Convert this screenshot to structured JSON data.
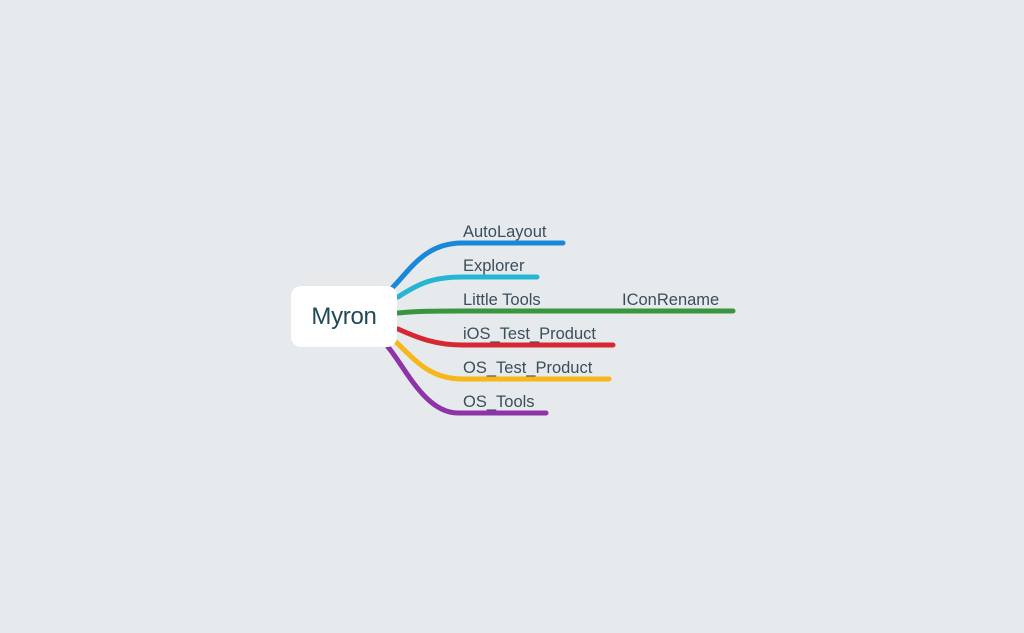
{
  "map": {
    "root": {
      "label": "Myron"
    },
    "branches": [
      {
        "label": "AutoLayout",
        "color": "#1a88d8"
      },
      {
        "label": "Explorer",
        "color": "#27b5d4"
      },
      {
        "label": "Little Tools",
        "color": "#3a9440",
        "children": [
          {
            "label": "IConRename"
          }
        ]
      },
      {
        "label": "iOS_Test_Product",
        "color": "#d62832"
      },
      {
        "label": "OS_Test_Product",
        "color": "#f7b718"
      },
      {
        "label": "OS_Tools",
        "color": "#8e33a8"
      }
    ]
  }
}
